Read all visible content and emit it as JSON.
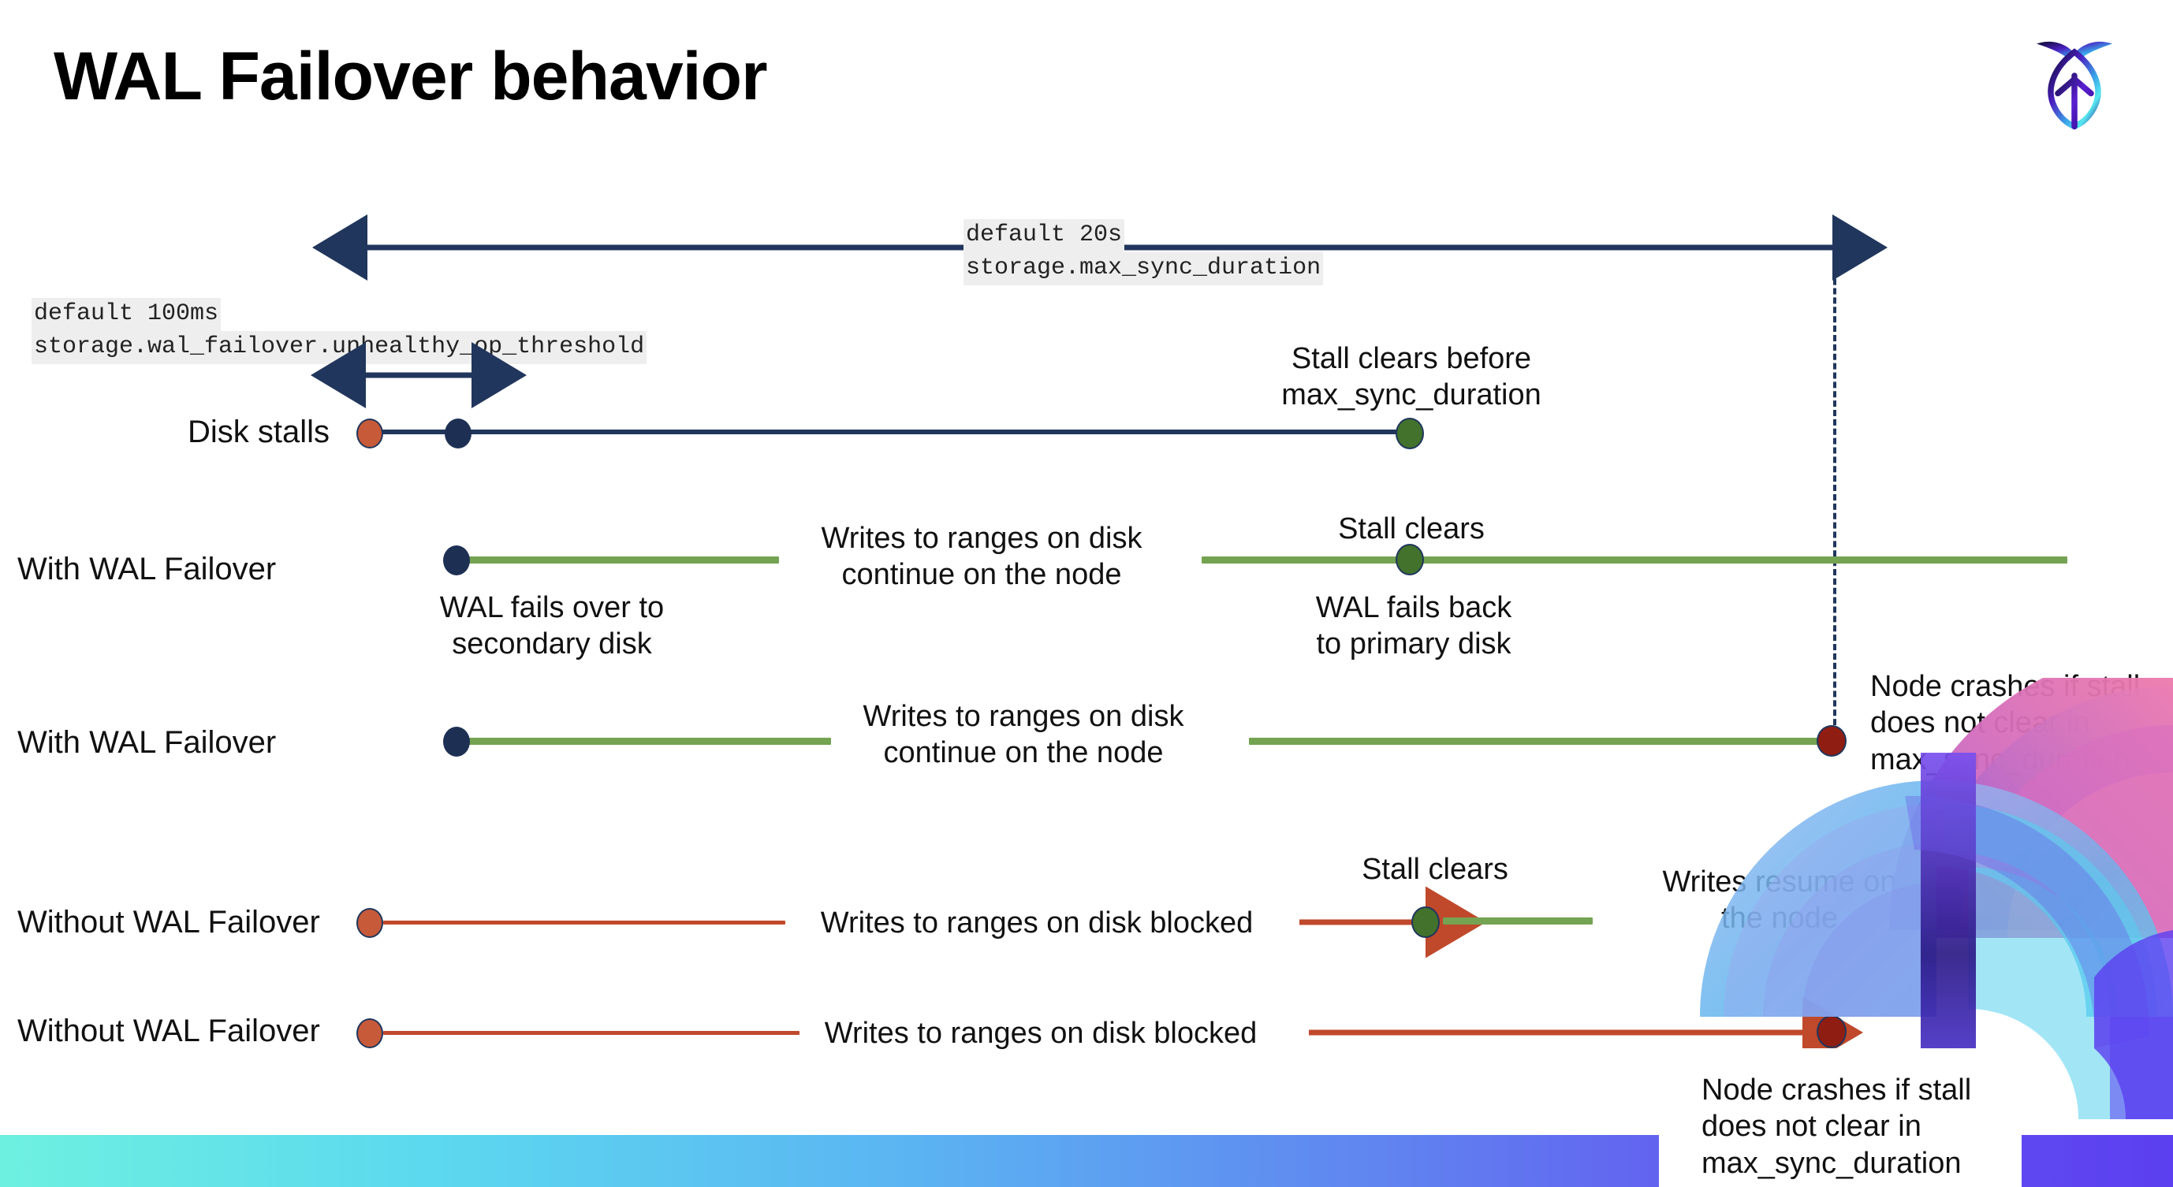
{
  "slide": {
    "title": "WAL Failover behavior",
    "logo_name": "cockroachdb-logo"
  },
  "settings": {
    "max_sync": {
      "default": "default 20s",
      "name": "storage.max_sync_duration"
    },
    "unhealthy_threshold": {
      "default": "default 100ms",
      "name": "storage.wal_failover.unhealthy_op_threshold"
    }
  },
  "rows": {
    "disk_stalls": {
      "label": "Disk stalls",
      "annotation": "Stall clears before\nmax_sync_duration"
    },
    "with_failover_clears": {
      "label": "With WAL Failover",
      "note_failover": "WAL fails over to\nsecondary disk",
      "note_writes": "Writes to ranges on disk\ncontinue on the node",
      "note_stall_clears": "Stall clears",
      "note_fail_back": "WAL fails  back\nto primary disk"
    },
    "with_failover_crash": {
      "label": "With WAL Failover",
      "note_writes": "Writes to ranges on disk\ncontinue on the node",
      "note_crash": "Node crashes if stall\ndoes not clear in\nmax_sync_duration"
    },
    "without_failover_clears": {
      "label": "Without WAL Failover",
      "note_blocked": "Writes to ranges on disk  blocked",
      "note_stall_clears": "Stall clears",
      "note_resume": "Writes resume on\nthe node"
    },
    "without_failover_crash": {
      "label": "Without WAL Failover",
      "note_blocked": "Writes to ranges on disk  blocked",
      "note_crash": "Node crashes if stall\ndoes not clear in\nmax_sync_duration"
    }
  },
  "colors": {
    "navy": "#20365c",
    "green_line": "#74a352",
    "green_dot": "#42722c",
    "orange_line": "#c0492b",
    "orange_dot": "#c75a39",
    "dark_red_dot": "#8f1d12",
    "code_bg": "#eeeeee",
    "bar_start": "#6ef0e0",
    "bar_end": "#5b3ff0"
  }
}
